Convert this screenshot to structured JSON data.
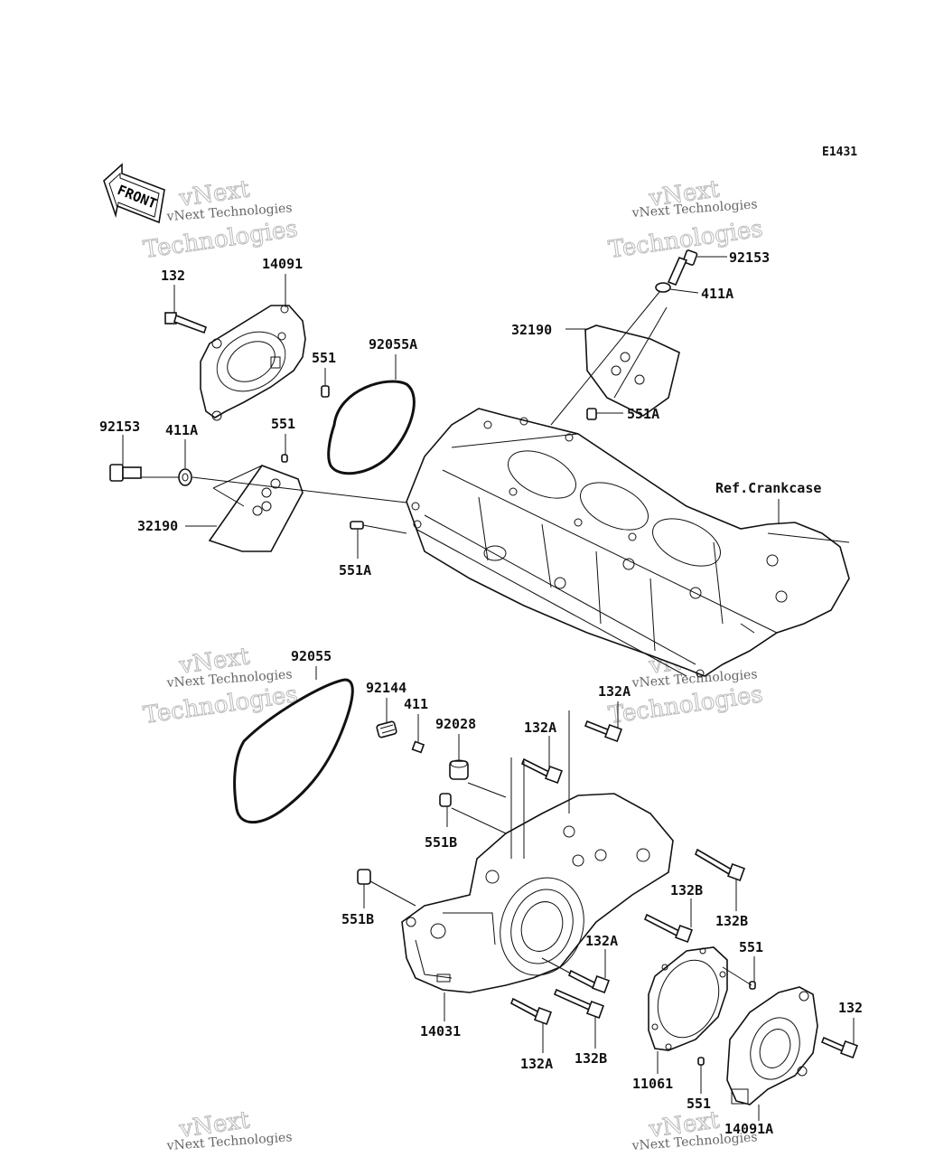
{
  "diagram_code": "E1431",
  "front_label": "FRONT",
  "ref_label": "Ref.Crankcase",
  "watermark": {
    "line1": "vNext",
    "line2": "vNext Technologies",
    "line3": "Technologies"
  },
  "labels": {
    "p14091_top": "14091",
    "p132_top": "132",
    "p551_a": "551",
    "p551_b": "551",
    "p92055A": "92055A",
    "p92153_left": "92153",
    "p411A_left": "411A",
    "p32190_left": "32190",
    "p551A_left": "551A",
    "p92153_right": "92153",
    "p411A_right": "411A",
    "p32190_right": "32190",
    "p551A_right": "551A",
    "p92055": "92055",
    "p92144": "92144",
    "p411": "411",
    "p92028": "92028",
    "p132A_1": "132A",
    "p132A_2": "132A",
    "p551B_1": "551B",
    "p551B_2": "551B",
    "p132B_1": "132B",
    "p132B_2": "132B",
    "p132A_3": "132A",
    "p14031": "14031",
    "p132A_4": "132A",
    "p132B_3": "132B",
    "p551_c": "551",
    "p11061": "11061",
    "p551_d": "551",
    "p132_right": "132",
    "p14091A": "14091A"
  }
}
